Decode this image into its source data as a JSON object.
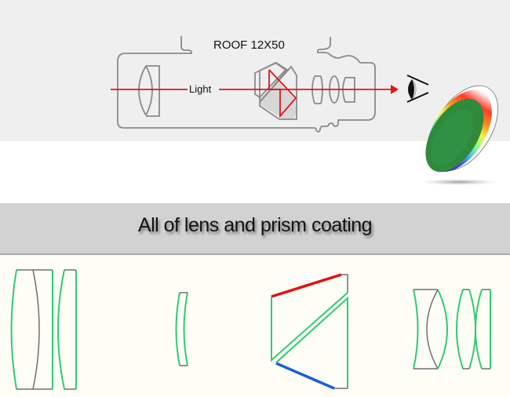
{
  "diagram": {
    "title": "ROOF 12X50",
    "light_label": "Light",
    "banner_text": "All of lens and prism coating",
    "colors": {
      "housing": "#8a8a8a",
      "light_ray": "#e8121a",
      "coating_green": "#2ecc71",
      "edge_gray": "#707070",
      "prism_top_coating": "#e31212",
      "prism_bottom_coating": "#1a5fd6",
      "banner_bg": "#d2d2d2",
      "top_bg": "#efefef"
    },
    "components": [
      {
        "name": "objective-lens"
      },
      {
        "name": "roof-prism"
      },
      {
        "name": "eyepiece-lenses"
      },
      {
        "name": "eye"
      },
      {
        "name": "coated-lens-sample"
      }
    ]
  }
}
